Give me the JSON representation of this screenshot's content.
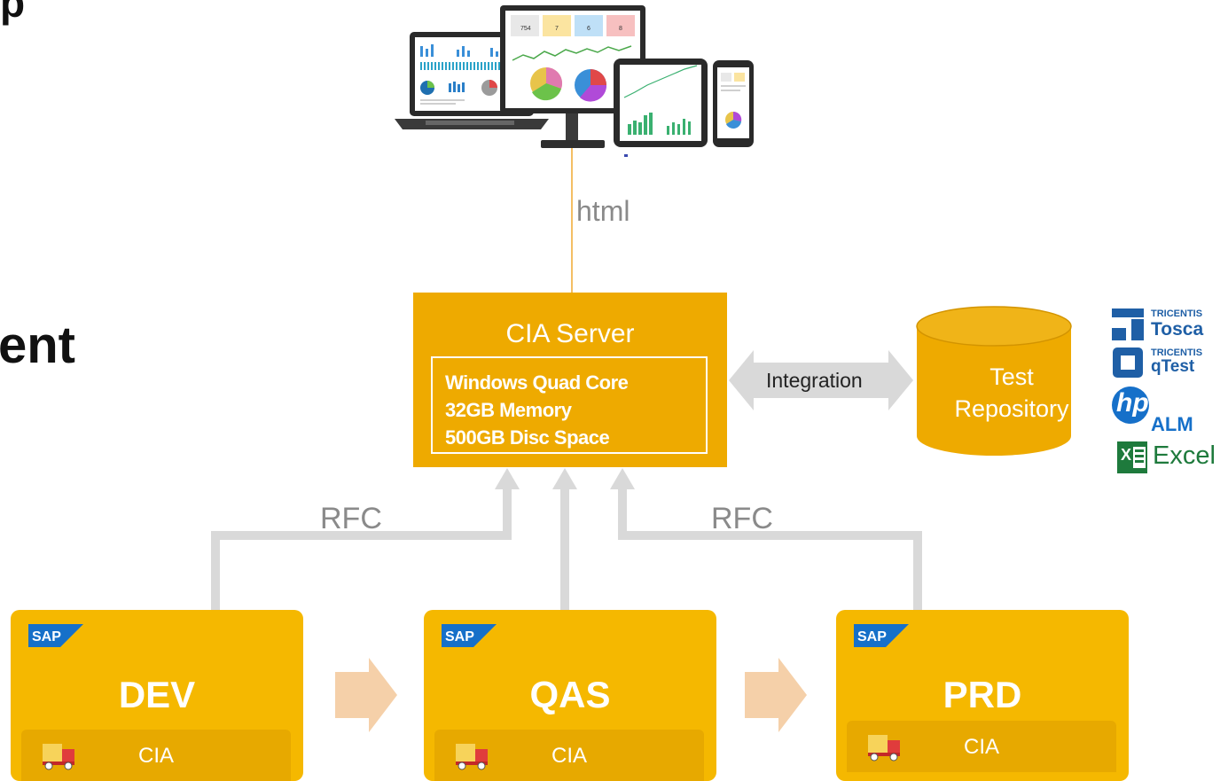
{
  "heading": {
    "fragment_top": "p",
    "fragment_mid": "ent"
  },
  "devices": {
    "label": "html",
    "dashboard_kpis": [
      "754",
      "7",
      "6",
      "8"
    ]
  },
  "server": {
    "title": "CIA Server",
    "specs": [
      "Windows Quad Core",
      "32GB Memory",
      "500GB Disc Space"
    ]
  },
  "integration": {
    "label": "Integration"
  },
  "repository": {
    "line1": "Test",
    "line2": "Repository"
  },
  "tools": {
    "tosca_brand": "TRICENTIS",
    "tosca_name": "Tosca",
    "qtest_brand": "TRICENTIS",
    "qtest_name": "qTest",
    "hp_logo": "hp",
    "hp_name": "ALM",
    "excel_icon": "X",
    "excel_name": "Excel"
  },
  "connections": {
    "rfc_left": "RFC",
    "rfc_right": "RFC"
  },
  "systems": [
    {
      "name": "DEV",
      "logo": "SAP",
      "component": "CIA"
    },
    {
      "name": "QAS",
      "logo": "SAP",
      "component": "CIA"
    },
    {
      "name": "PRD",
      "logo": "SAP",
      "component": "CIA"
    }
  ],
  "colors": {
    "server_orange": "#eeaa00",
    "system_yellow": "#f5b800",
    "cia_bar": "#e7a900",
    "connector_grey": "#d9d9d9",
    "transport_arrow": "#f5d0a9",
    "html_line": "#f0a830",
    "sap_blue": "#1670c9"
  }
}
